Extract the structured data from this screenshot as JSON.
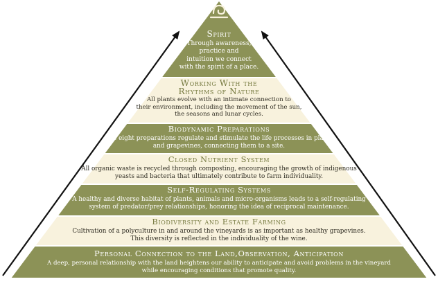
{
  "colors": {
    "olive": "#8c9257",
    "cream": "#f8f2dd",
    "line": "#111111",
    "title_light": "#75793f"
  },
  "icon": "spiral-symbol-icon",
  "tiers": [
    {
      "title_lines": [
        "Spirit"
      ],
      "desc_lines": [
        "Through awareness,",
        "practice and",
        "intuition we connect",
        "with the spirit of a place."
      ]
    },
    {
      "title_lines": [
        "Working With the",
        "Rhythms of Nature"
      ],
      "desc_lines": [
        "All plants evolve with an intimate connection to",
        "their environment, including the movement of the sun,",
        "the seasons and lunar cycles."
      ]
    },
    {
      "title_lines": [
        "Biodynamic Preparations"
      ],
      "desc_lines": [
        "The eight preparations regulate and stimulate the life processes in plants",
        "and grapevines, connecting them to a site."
      ]
    },
    {
      "title_lines": [
        "Closed Nutrient System"
      ],
      "desc_lines": [
        "All organic waste is recycled through composting, encouraging the growth of indigenous",
        "yeasts and bacteria that ultimately contribute to farm individuality."
      ]
    },
    {
      "title_lines": [
        "Self-Regulating Systems"
      ],
      "desc_lines": [
        "A healthy and diverse habitat of plants, animals and micro-organisms leads to a self-regulating",
        "system of predator/prey relationships, honoring the idea of reciprocal maintenance."
      ]
    },
    {
      "title_lines": [
        "Biodiversity and Estate Farming"
      ],
      "desc_lines": [
        "Cultivation of a polyculture in and around the vineyards is as important as healthy grapevines.",
        "This diversity is reflected in the individuality of the wine."
      ]
    },
    {
      "title_lines": [
        "Personal Connection to the Land,Observation, Anticipation"
      ],
      "desc_lines": [
        "A deep, personal relationship with the land heightens our ability to anticipate and avoid problems in the vineyard",
        "while encouraging conditions that promote quality."
      ]
    }
  ]
}
